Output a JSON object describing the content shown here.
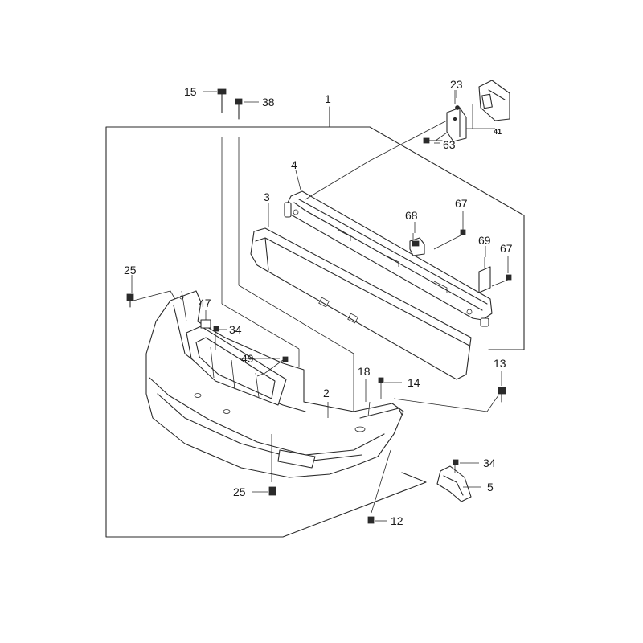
{
  "callouts": {
    "c1": "1",
    "c2": "2",
    "c3": "3",
    "c4": "4",
    "c5": "5",
    "c12": "12",
    "c13": "13",
    "c14": "14",
    "c15": "15",
    "c18": "18",
    "c23": "23",
    "c25a": "25",
    "c25b": "25",
    "c34a": "34",
    "c34b": "34",
    "c38": "38",
    "c41": "41",
    "c47": "47",
    "c49": "49",
    "c63": "63",
    "c67a": "67",
    "c67b": "67",
    "c68": "68",
    "c69": "69"
  }
}
